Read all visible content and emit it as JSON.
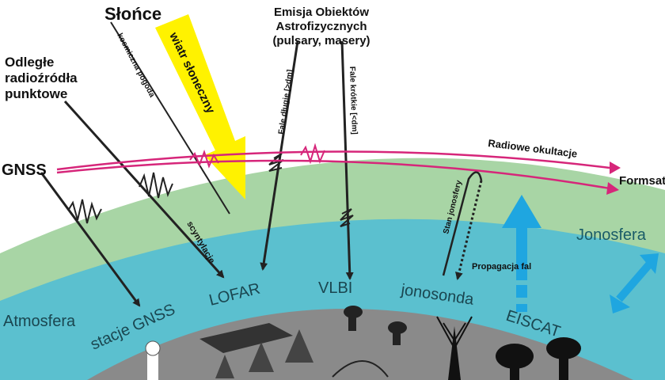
{
  "labels": {
    "sun": "Słońce",
    "astro_title_1": "Emisja Obiektów",
    "astro_title_2": "Astrofizycznych",
    "astro_title_3": "(pulsary, masery)",
    "distant_1": "Odległe",
    "distant_2": "radioźródła",
    "distant_3": "punktowe",
    "gnss": "GNSS",
    "space_weather": "kosmiczna pogoda",
    "solar_wind": "wiatr słoneczny",
    "long_waves": "Fale długie [>dm]",
    "short_waves": "Fale krótkie [<dm]",
    "radio_occultation": "Radiowe okultacje",
    "formsat": "Formsat",
    "ionosphere_state": "Stan jonosfery",
    "ionosphere": "Jonosfera",
    "scintillation": "scyntylacje",
    "wave_propagation": "Propagacja fal",
    "atmosphere": "Atmosfera",
    "gnss_stations": "stacje GNSS",
    "lofar": "LOFAR",
    "vlbi": "VLBI",
    "ionosonde": "jonosonda",
    "eiscat": "EISCAT"
  },
  "colors": {
    "ionosphere_band": "#a8d5a5",
    "atmosphere_band": "#5bc0cf",
    "ground": "#8a8a8a",
    "solar_wind_arrow": "#fff200",
    "occultation": "#d6267a",
    "propagation_arrow": "#1fa6e0"
  }
}
